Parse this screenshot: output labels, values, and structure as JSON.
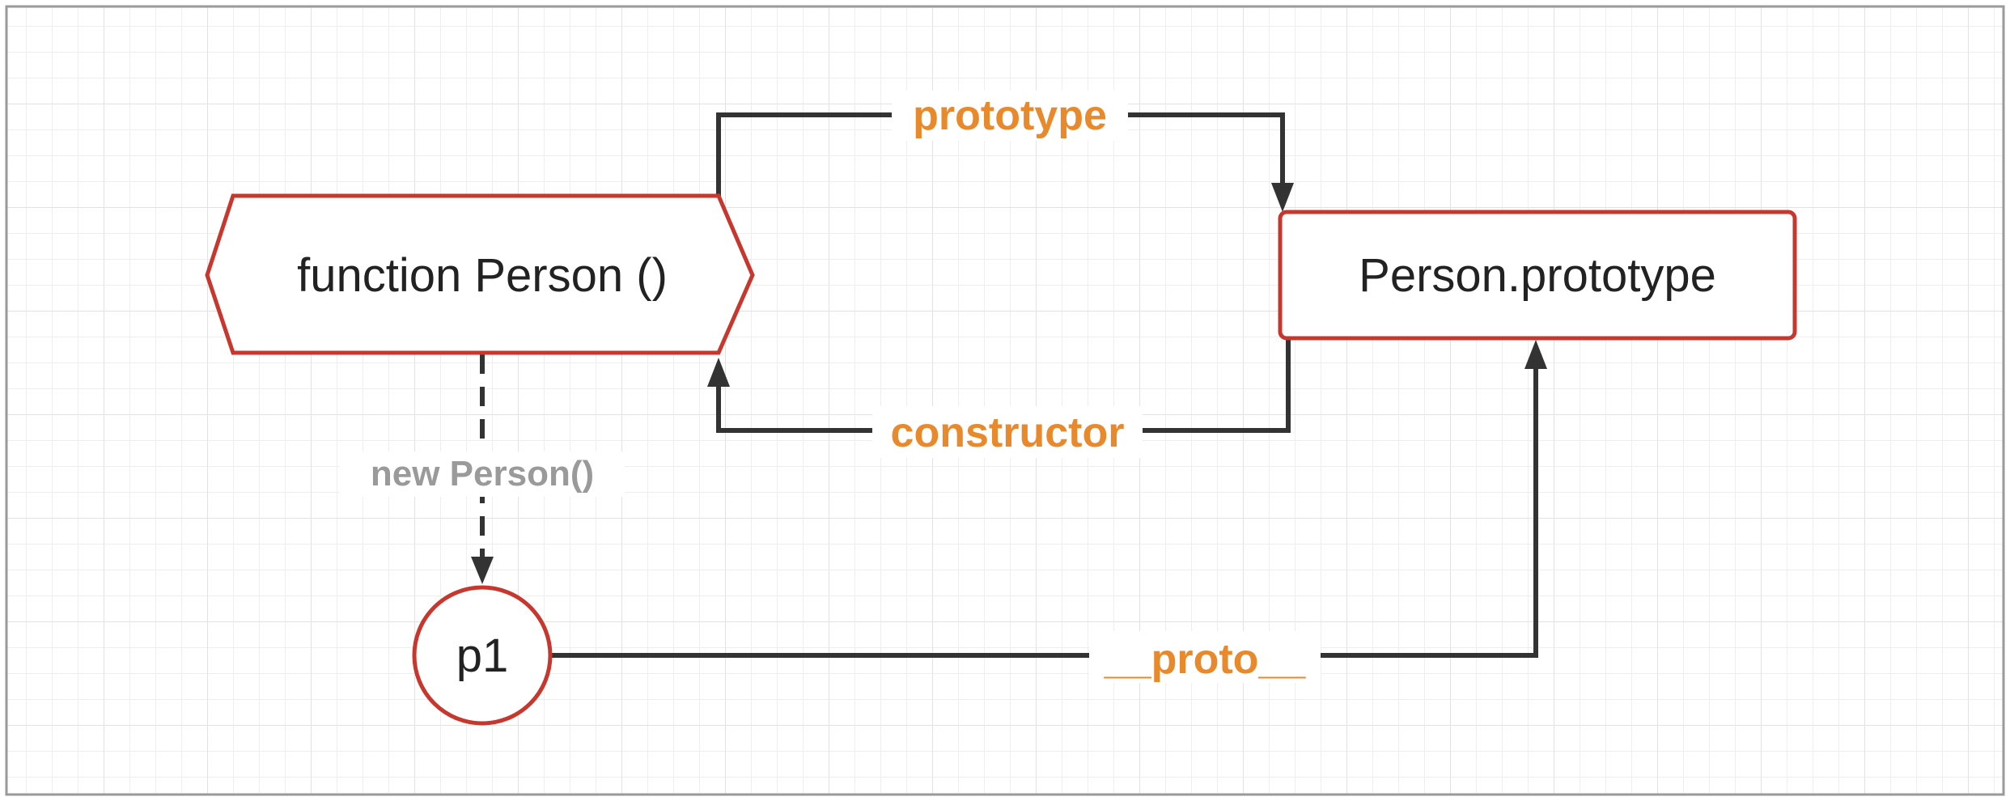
{
  "nodes": {
    "function_person": "function Person ()",
    "person_prototype": "Person.prototype",
    "instance": "p1"
  },
  "edges": {
    "prototype": "prototype",
    "constructor": "constructor",
    "new_person": "new Person()",
    "proto": "__proto__"
  },
  "colors": {
    "node_border": "#c8372d",
    "edge": "#333333",
    "edge_label": "#e8892c",
    "edge_label_muted": "#9a9a9a",
    "grid": "#ececec"
  }
}
